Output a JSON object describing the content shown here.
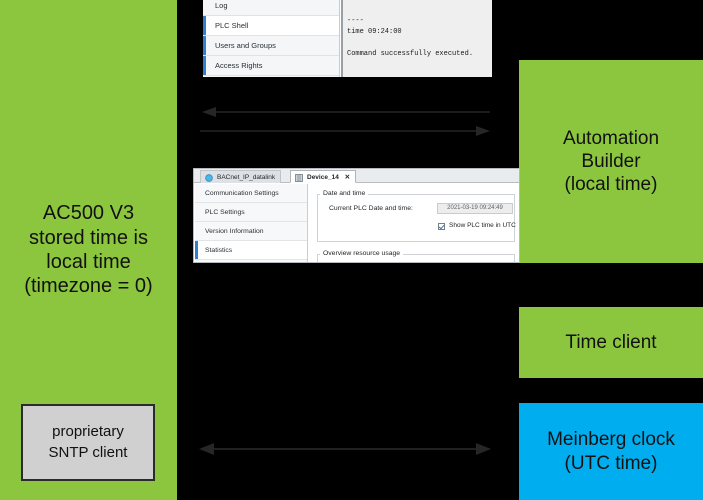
{
  "diagram": {
    "background_color": "#000000",
    "green": "#8CC63E",
    "blue": "#00AEEF",
    "gray": "#D0D0D0"
  },
  "plc_block": {
    "label": "AC500 V3\nstored time is\nlocal time\n(timezone = 0)"
  },
  "sntp_box": {
    "label": "proprietary\nSNTP client"
  },
  "automation_builder_block": {
    "label": "Automation\nBuilder\n(local time)"
  },
  "time_client_block": {
    "label": "Time client"
  },
  "meinberg_block": {
    "label": "Meinberg clock\n(UTC time)"
  },
  "arrows": {
    "top_left_arrow": {
      "direction": "left"
    },
    "top_right_arrow": {
      "direction": "right"
    },
    "bottom_arrow": {
      "direction": "both"
    }
  },
  "plc_shell_panel": {
    "sidebar": [
      {
        "label": "Log",
        "selected": false
      },
      {
        "label": "PLC Shell",
        "selected": true
      },
      {
        "label": "Users and Groups",
        "selected": false
      },
      {
        "label": "Access Rights",
        "selected": false
      }
    ],
    "console_text": "----\ntime 09:24:00\n\nCommand successfully executed."
  },
  "device_panel": {
    "tabs": [
      {
        "label": "BACnet_IP_datalink",
        "active": false,
        "closable": false
      },
      {
        "label": "Device_14",
        "active": true,
        "closable": true,
        "close_glyph": "✕"
      }
    ],
    "sidebar": [
      {
        "label": "Communication Settings",
        "selected": false
      },
      {
        "label": "PLC Settings",
        "selected": false
      },
      {
        "label": "Version Information",
        "selected": false
      },
      {
        "label": "Statistics",
        "selected": true
      }
    ],
    "date_and_time_group_title": "Date and time",
    "current_plc_label": "Current PLC Date and time:",
    "current_plc_value": "2021-03-19 09:24:49",
    "show_utc_checkbox_label": "Show PLC time in UTC",
    "show_utc_checked": true,
    "overview_group_title": "Overview resource usage"
  }
}
